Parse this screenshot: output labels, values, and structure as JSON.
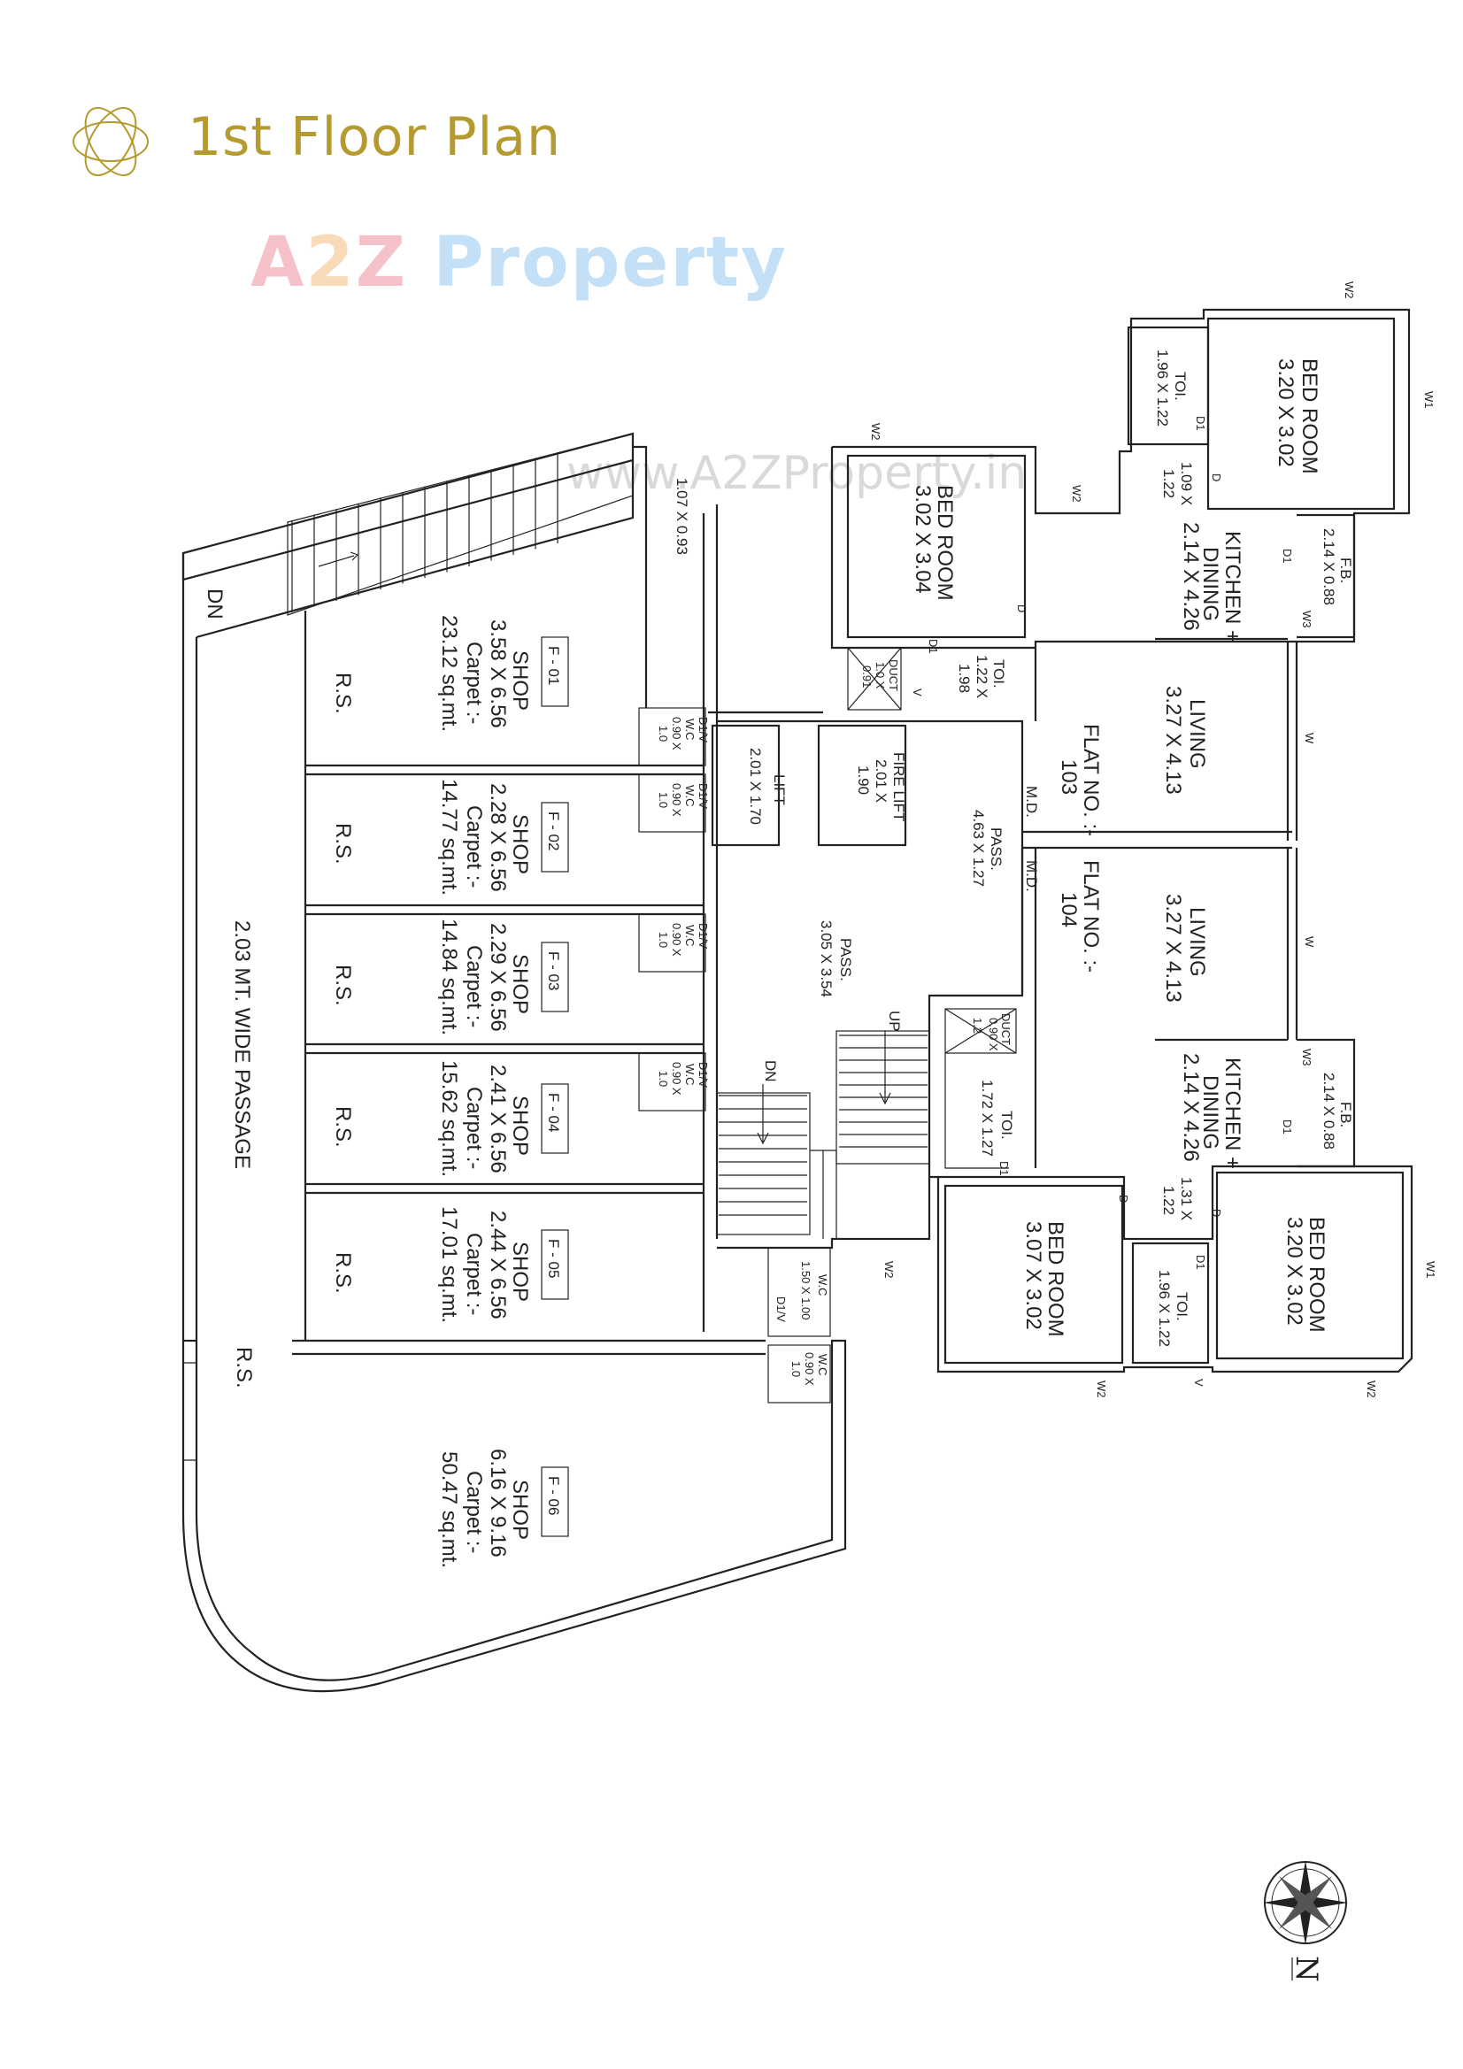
{
  "title": "1st Floor Plan",
  "colors": {
    "title": "#b49a2f",
    "ink": "#222222"
  },
  "watermark": {
    "brand": [
      "A",
      "2",
      "Z",
      " Property"
    ],
    "url": "www.A2ZProperty.in"
  },
  "compass": {
    "label": "N",
    "icon": "compass-rose-icon"
  },
  "shops": [
    {
      "id": "F - 01",
      "type": "SHOP",
      "dims": "3.58 X 6.56",
      "carpet_label": "Carpet :-",
      "carpet": "23.12 sq.mt.",
      "rs": "R.S."
    },
    {
      "id": "F - 02",
      "type": "SHOP",
      "dims": "2.28 X 6.56",
      "carpet_label": "Carpet :-",
      "carpet": "14.77 sq.mt.",
      "rs": "R.S."
    },
    {
      "id": "F - 03",
      "type": "SHOP",
      "dims": "2.29 X 6.56",
      "carpet_label": "Carpet :-",
      "carpet": "14.84 sq.mt.",
      "rs": "R.S."
    },
    {
      "id": "F - 04",
      "type": "SHOP",
      "dims": "2.41 X 6.56",
      "carpet_label": "Carpet :-",
      "carpet": "15.62 sq.mt.",
      "rs": "R.S."
    },
    {
      "id": "F - 05",
      "type": "SHOP",
      "dims": "2.44 X 6.56",
      "carpet_label": "Carpet :-",
      "carpet": "17.01 sq.mt.",
      "rs": "R.S."
    },
    {
      "id": "F - 06",
      "type": "SHOP",
      "dims": "6.16 X 9.16",
      "carpet_label": "Carpet :-",
      "carpet": "50.47 sq.mt.",
      "rs": "R.S."
    }
  ],
  "passage": "2.03 MT. WIDE PASSAGE",
  "stair_top": {
    "dn": "DN",
    "small_room": "1.07 X 0.93"
  },
  "wc_small": {
    "name": "W.C",
    "dims1": "0.90 X",
    "dims2": "1.0",
    "door": "D1/V"
  },
  "wc_f05": {
    "name": "W.C",
    "dims": "1.50 X 1.00",
    "door": "D1/V"
  },
  "core": {
    "lift": {
      "name": "LIFT",
      "dims": "2.01 X 1.70"
    },
    "fire_lift": {
      "name": "FIRE LIFT",
      "dims1": "2.01 X",
      "dims2": "1.90"
    },
    "pass_a": {
      "name": "PASS.",
      "dims": "4.63 X 1.27"
    },
    "pass_b": {
      "name": "PASS.",
      "dims": "3.05 X 3.54"
    },
    "up": "UP",
    "dn": "DN",
    "duct": "DUCT"
  },
  "flat103": {
    "flat_label": "FLAT NO. :-",
    "flat_no": "103",
    "living": {
      "name": "LIVING",
      "dims": "3.27 X 4.13"
    },
    "kitchen": {
      "name1": "KITCHEN +",
      "name2": "DINING",
      "dims": "2.14 X 4.26"
    },
    "fb": {
      "name": "F.B.",
      "dims": "2.14 X 0.88"
    },
    "bed1": {
      "name": "BED ROOM",
      "dims": "3.20 X 3.02"
    },
    "toilet1": {
      "name": "TOI.",
      "dims": "1.96 X 1.22"
    },
    "bed2": {
      "name": "BED ROOM",
      "dims": "3.02 X 3.04"
    },
    "toilet2": {
      "name": "TOI.",
      "dims1": "1.22 X",
      "dims2": "1.98"
    },
    "small": {
      "dims1": "1.09 X",
      "dims2": "1.22"
    },
    "duct": {
      "name": "DUCT",
      "dims1": "1.0 X",
      "dims2": "0.91"
    }
  },
  "flat104": {
    "flat_label": "FLAT NO. :-",
    "flat_no": "104",
    "living": {
      "name": "LIVING",
      "dims": "3.27 X 4.13"
    },
    "kitchen": {
      "name1": "KITCHEN +",
      "name2": "DINING",
      "dims": "2.14 X 4.26"
    },
    "fb": {
      "name": "F.B.",
      "dims": "2.14 X 0.88"
    },
    "bed1": {
      "name": "BED ROOM",
      "dims": "3.20 X 3.02"
    },
    "toilet1": {
      "name": "TOI.",
      "dims": "1.96 X 1.22"
    },
    "bed2": {
      "name": "BED ROOM",
      "dims": "3.07 X 3.02"
    },
    "toilet2": {
      "name": "TOI.",
      "dims": "1.72 X 1.27"
    },
    "small": {
      "dims1": "1.31 X",
      "dims2": "1.22"
    },
    "duct": {
      "name": "DUCT",
      "dims1": "0.90 X",
      "dims2": "1.2"
    }
  },
  "tags": {
    "md": "M.D.",
    "w": "W",
    "w1": "W1",
    "w2": "W2",
    "w3": "W3",
    "d": "D",
    "d1": "D1",
    "v": "V"
  }
}
